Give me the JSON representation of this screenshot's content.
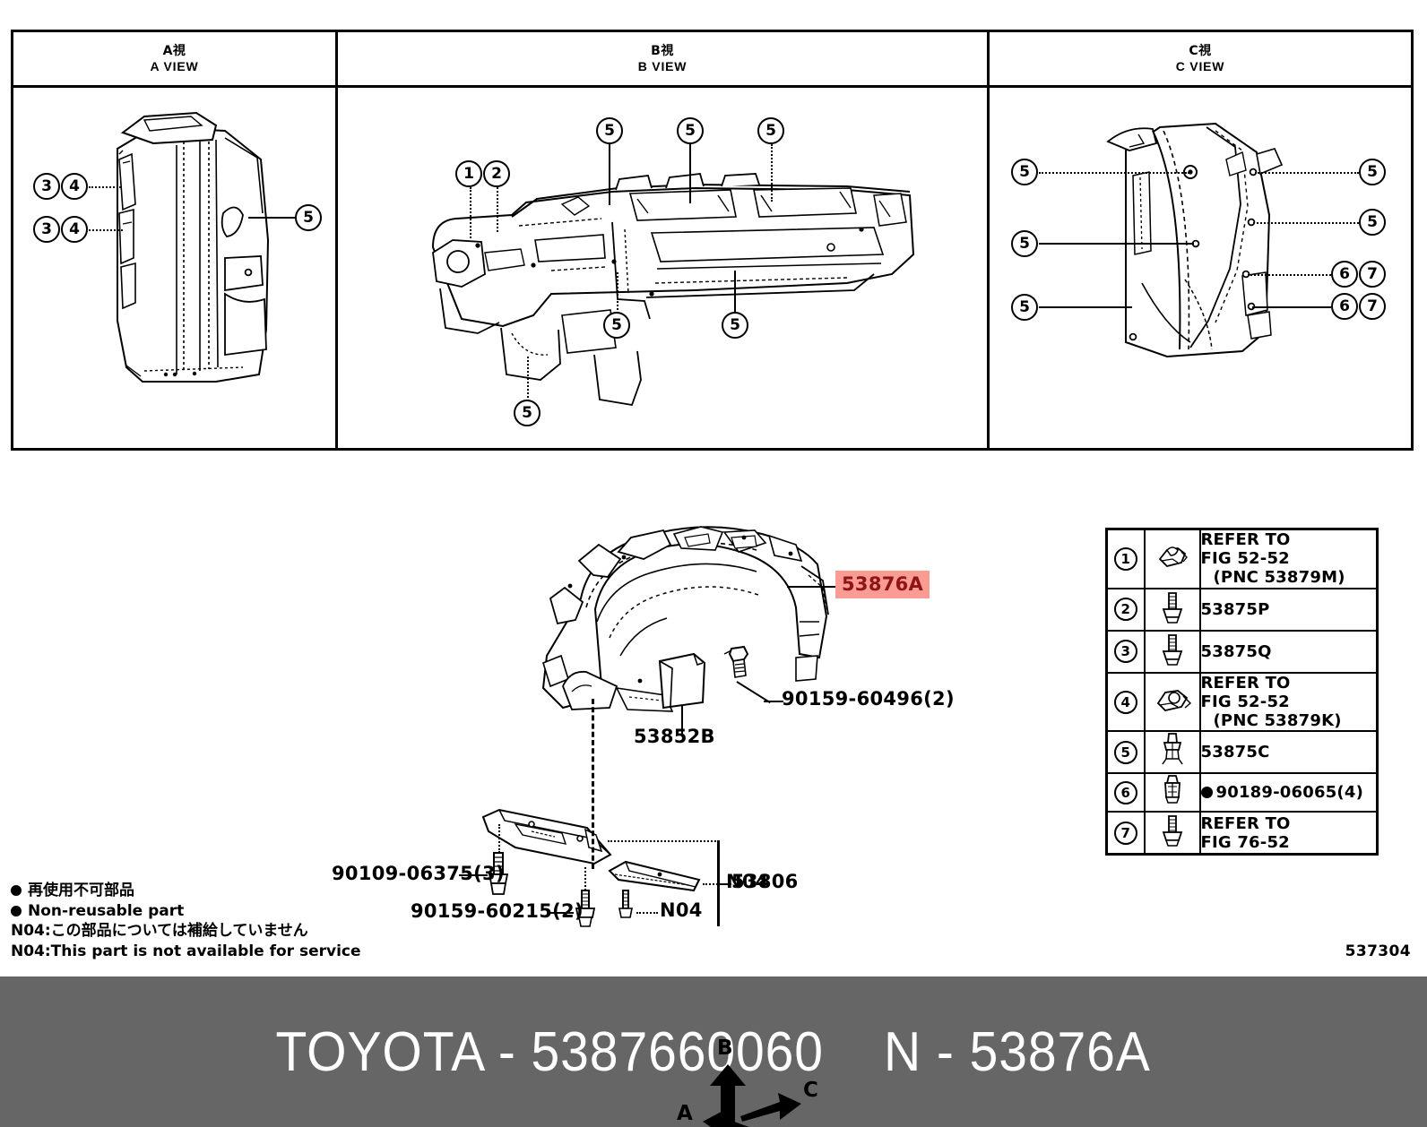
{
  "views": [
    {
      "jp": "A視",
      "en": "A VIEW"
    },
    {
      "jp": "B視",
      "en": "B VIEW"
    },
    {
      "jp": "C視",
      "en": "C VIEW"
    }
  ],
  "view_callouts": {
    "a_view": [
      "3",
      "4",
      "3",
      "4",
      "5"
    ],
    "b_view": [
      "1",
      "2",
      "5",
      "5",
      "5",
      "5",
      "5",
      "5"
    ],
    "c_view": [
      "5",
      "5",
      "5",
      "5",
      "5",
      "6",
      "7",
      "6",
      "7"
    ]
  },
  "direction_markers": {
    "a": "A",
    "b": "B",
    "c": "C"
  },
  "main_labels": {
    "highlight": "53876A",
    "fender_liner_retainer": "53852B",
    "screw_60496": "90159-60496(2)",
    "bolt_06375": "90109-06375(3)",
    "screw_60215": "90159-60215(2)",
    "seal": "53806",
    "n04_upper": "N04",
    "n04_lower": "N04"
  },
  "legend": {
    "rows": [
      {
        "num": "1",
        "icon": "clip-retainer-icon",
        "lines": [
          "REFER TO",
          "FIG 52-52"
        ],
        "sub": "(PNC 53879M)",
        "marked": false
      },
      {
        "num": "2",
        "icon": "screw-icon",
        "lines": [
          "53875P"
        ],
        "sub": "",
        "marked": false
      },
      {
        "num": "3",
        "icon": "screw-icon",
        "lines": [
          "53875Q"
        ],
        "sub": "",
        "marked": false
      },
      {
        "num": "4",
        "icon": "clip-retainer-icon",
        "lines": [
          "REFER TO",
          "FIG 52-52"
        ],
        "sub": "(PNC 53879K)",
        "marked": false
      },
      {
        "num": "5",
        "icon": "push-clip-icon",
        "lines": [
          "53875C"
        ],
        "sub": "",
        "marked": false
      },
      {
        "num": "6",
        "icon": "rivet-clip-icon",
        "lines": [
          "90189-06065(4)"
        ],
        "sub": "",
        "marked": true
      },
      {
        "num": "7",
        "icon": "screw-icon",
        "lines": [
          "REFER TO",
          "FIG 76-52"
        ],
        "sub": "",
        "marked": false
      }
    ]
  },
  "footnotes": [
    {
      "marked": true,
      "text": "再使用不可部品"
    },
    {
      "marked": true,
      "text": "Non-reusable part"
    },
    {
      "marked": false,
      "text": "N04:この部品については補給していません"
    },
    {
      "marked": false,
      "text": "N04:This part is not available for service"
    }
  ],
  "figure_number": "537304",
  "banner": {
    "text": "TOYOTA - 5387660060    N - 53876A"
  },
  "colors": {
    "highlight_bg": "#fa9b94",
    "highlight_fg": "#8f1414",
    "banner_bg": "#666666",
    "line": "#000000"
  }
}
